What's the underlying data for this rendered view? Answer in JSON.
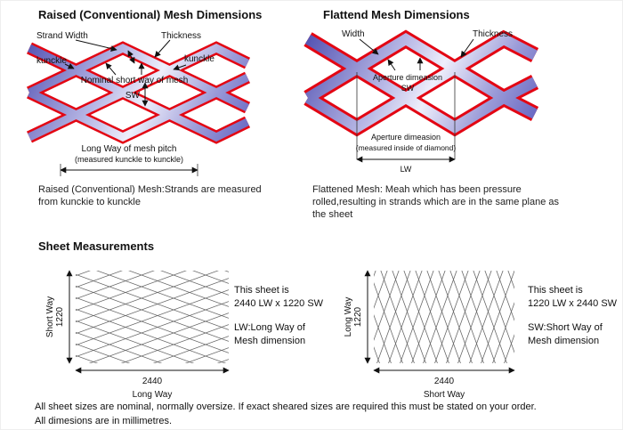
{
  "raised": {
    "title": "Raised (Conventional) Mesh Dimensions",
    "labels": {
      "strand_width": "Strand Width",
      "knuckle_left": "kunckle",
      "thickness": "Thickness",
      "knuckle_right": "kunckle",
      "nominal_sw": "Nominal short way of mesh",
      "sw": "SW",
      "lw_pitch": "Long Way of mesh pitch",
      "lw_note": "(measured kunckle to kunckle)"
    },
    "caption": "Raised (Conventional) Mesh:Strands are measured from kunckie to kunckle"
  },
  "flattened": {
    "title": "Flattend Mesh Dimensions",
    "labels": {
      "width": "Width",
      "thickness": "Thickness",
      "aperture_sw": "Aperture dimeasion",
      "sw": "SW",
      "aperture_lw": "Aperture dimeasion",
      "lw_note": "(measured inside of diamond)",
      "lw": "LW"
    },
    "caption": "Flattened Mesh: Meah which has been pressure rolled,resulting in strands which are in the same plane as the sheet"
  },
  "sheets": {
    "title": "Sheet Measurements",
    "left": {
      "vertical_label": "Short Way",
      "vertical_value": "1220",
      "horizontal_value": "2440",
      "horizontal_label": "Long Way",
      "note_line1": "This sheet is",
      "note_line2": "2440 LW x 1220 SW",
      "note_line3": "LW:Long Way of",
      "note_line4": "Mesh dimension"
    },
    "right": {
      "vertical_label": "Long Way",
      "vertical_value": "1220",
      "horizontal_value": "2440",
      "horizontal_label": "Short Way",
      "note_line1": "This sheet is",
      "note_line2": "1220 LW x 2440 SW",
      "note_line3": "SW:Short Way of",
      "note_line4": "Mesh dimension"
    }
  },
  "footer": {
    "line1": "All sheet sizes are nominal, normally oversize. If exact sheared sizes are required this must be stated on your order.",
    "line2": "All dimesions are in millimetres."
  },
  "colors": {
    "strand_edge_red": "#e30613",
    "strand_purple": "#5c5cc0",
    "hatch_gray": "#666666"
  }
}
